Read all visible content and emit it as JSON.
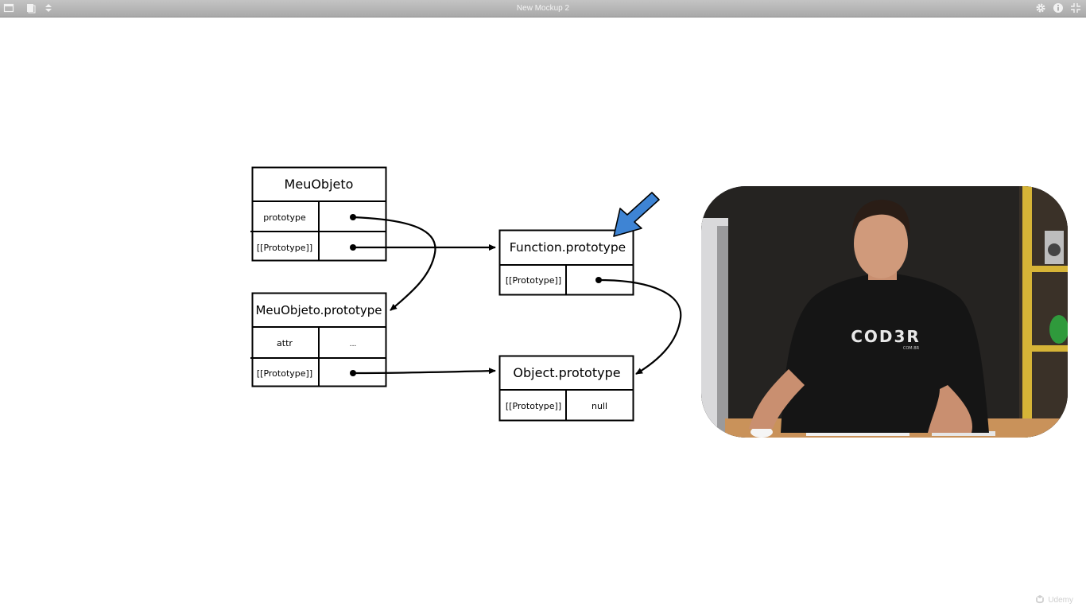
{
  "window": {
    "title": "New Mockup 2"
  },
  "toolbar": {
    "left_icons": [
      "window-icon",
      "pages-icon",
      "sort-arrows-icon"
    ],
    "right_icons": [
      "gear-icon",
      "info-icon",
      "fullscreen-exit-icon"
    ]
  },
  "diagram": {
    "meu_objeto": {
      "title": "MeuObjeto",
      "rows": [
        {
          "label": "prototype"
        },
        {
          "label": "[[Prototype]]"
        }
      ]
    },
    "meu_objeto_prototype": {
      "title": "MeuObjeto.prototype",
      "rows": [
        {
          "label": "attr",
          "value": "..."
        },
        {
          "label": "[[Prototype]]"
        }
      ]
    },
    "function_prototype": {
      "title": "Function.prototype",
      "rows": [
        {
          "label": "[[Prototype]]"
        }
      ]
    },
    "object_prototype": {
      "title": "Object.prototype",
      "rows": [
        {
          "label": "[[Prototype]]",
          "value": "null"
        }
      ]
    },
    "pointer_color": "#3e84d4"
  },
  "webcam": {
    "shirt_logo": "COD3R",
    "shirt_sub": "COM.BR"
  },
  "watermark": {
    "text": "Udemy"
  }
}
